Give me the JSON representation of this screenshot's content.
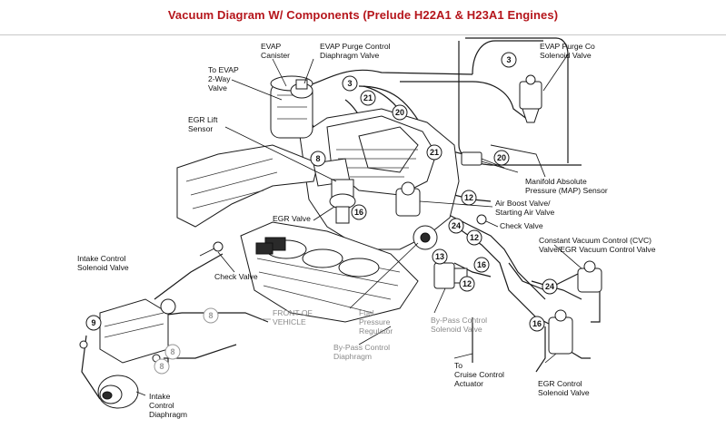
{
  "title": "Vacuum Diagram W/ Components (Prelude H22A1 & H23A1 Engines)",
  "labels": {
    "evap_canister": [
      "EVAP",
      "Canister"
    ],
    "evap_purge_diaphragm": [
      "EVAP Purge Control",
      "Diaphragm Valve"
    ],
    "evap_two_way": [
      "To EVAP",
      "2-Way",
      "Valve"
    ],
    "evap_purge_solenoid": [
      "EVAP Purge Co",
      "Solenoid Valve"
    ],
    "egr_lift_sensor": [
      "EGR Lift",
      "Sensor"
    ],
    "map_sensor": [
      "Manifold Absolute",
      "Pressure (MAP) Sensor"
    ],
    "air_boost_valve": [
      "Air Boost Valve/",
      "Starting Air Valve"
    ],
    "egr_valve": "EGR Valve",
    "check_valve_right": "Check Valve",
    "cvc_valve": [
      "Constant Vacuum Control (CVC)",
      "Valve/EGR Vacuum Control Valve"
    ],
    "intake_control_solenoid": [
      "Intake Control",
      "Solenoid Valve"
    ],
    "check_valve_left": "Check Valve",
    "front_of_vehicle": [
      "FRONT OF",
      "VEHICLE"
    ],
    "fuel_pressure_regulator": [
      "Fuel",
      "Pressure",
      "Regulator"
    ],
    "bypass_solenoid": [
      "By-Pass Control",
      "Solenoid Valve"
    ],
    "bypass_diaphragm": [
      "By-Pass Control",
      "Diaphragm"
    ],
    "cruise_control": [
      "To",
      "Cruise Control",
      "Actuator"
    ],
    "egr_solenoid": [
      "EGR Control",
      "Solenoid Valve"
    ],
    "intake_diaphragm": [
      "Intake",
      "Control",
      "Diaphragm"
    ]
  },
  "hose_numbers": [
    "3",
    "21",
    "20",
    "3",
    "20",
    "21",
    "8",
    "16",
    "12",
    "24",
    "12",
    "13",
    "16",
    "12",
    "24",
    "16",
    "9",
    "8",
    "8",
    "8"
  ],
  "colors": {
    "title": "#b5151b",
    "ink": "#111111",
    "faded": "#8a8a8a"
  }
}
